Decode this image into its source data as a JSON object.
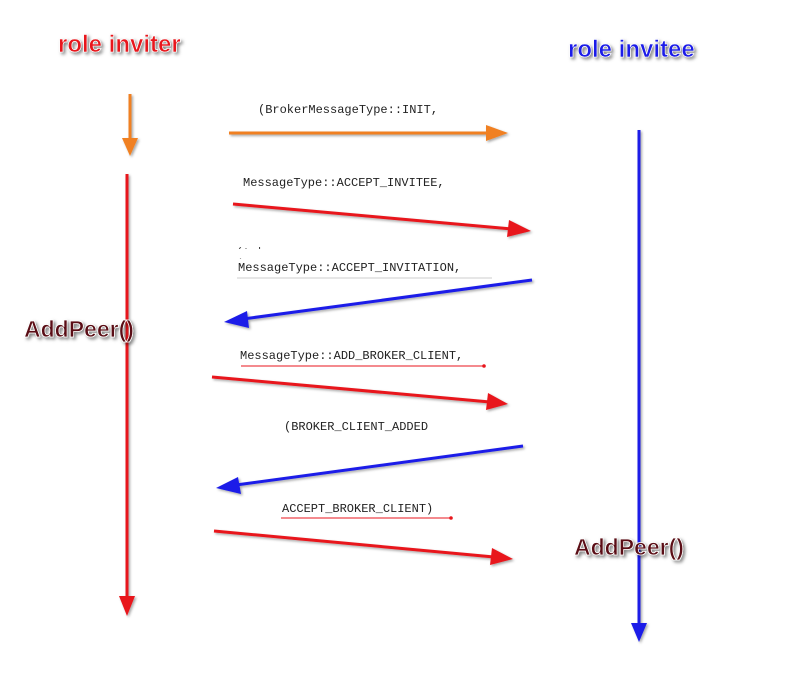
{
  "roles": {
    "inviter": {
      "label": "role inviter",
      "color": "#e8161c"
    },
    "invitee": {
      "label": "role invitee",
      "color": "#1a1ee8"
    }
  },
  "labels": {
    "add_peer_inviter": "AddPeer()",
    "add_peer_invitee": "AddPeer()",
    "add_peer_color": "#5a0f12"
  },
  "messages": [
    {
      "text": "(BrokerMessageType::INIT,",
      "color": "#f08020"
    },
    {
      "text": "MessageType::ACCEPT_INVITEE,",
      "color": "#e8161c"
    },
    {
      "text": "(token, name_,",
      "color": "#1a1ee8"
    },
    {
      "text": "MessageType::ACCEPT_INVITATION,",
      "color": "#1a1ee8"
    },
    {
      "text": "MessageType::ADD_BROKER_CLIENT,",
      "color": "#e8161c"
    },
    {
      "text": "(BROKER_CLIENT_ADDED",
      "color": "#1a1ee8"
    },
    {
      "text": "ACCEPT_BROKER_CLIENT)",
      "color": "#e8161c"
    }
  ]
}
